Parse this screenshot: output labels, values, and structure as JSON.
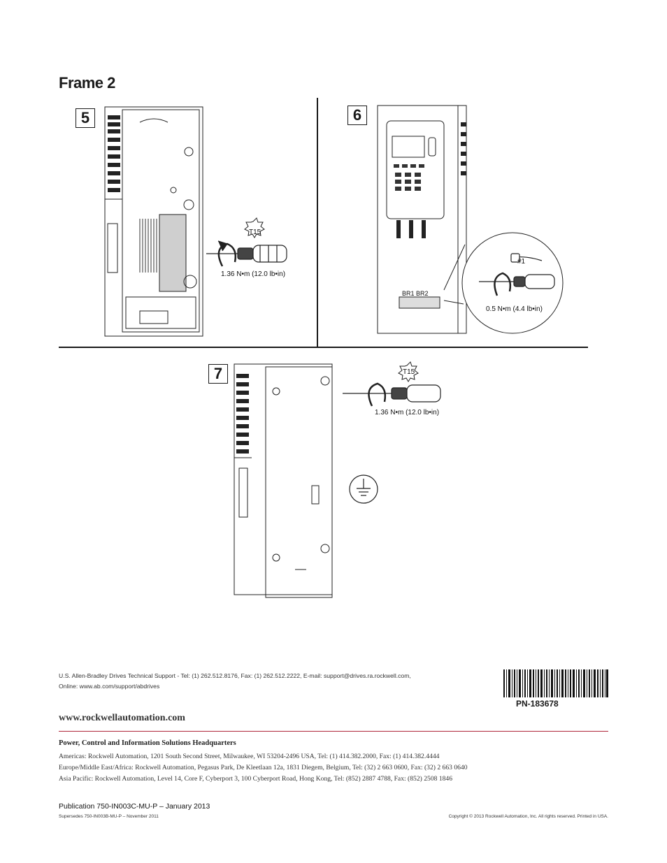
{
  "page": {
    "frame_title": "Frame 2"
  },
  "steps": {
    "step5": {
      "number": "5",
      "tool_label": "T15",
      "torque": "1.36 N•m (12.0 lb•in)"
    },
    "step6": {
      "number": "6",
      "tool_label": "#1",
      "bridge_label": "BR1 BR2",
      "torque": "0.5 N•m (4.4 lb•in)"
    },
    "step7": {
      "number": "7",
      "tool_label": "T15",
      "torque": "1.36 N•m (12.0 lb•in)"
    }
  },
  "footer": {
    "support_line1": "U.S. Allen-Bradley Drives Technical Support - Tel: (1) 262.512.8176, Fax: (1) 262.512.2222, E-mail: support@drives.ra.rockwell.com,",
    "support_line2": "Online: www.ab.com/support/abdrives",
    "part_number": "PN-183678",
    "website": "www.rockwellautomation.com",
    "hq_title": "Power, Control and Information Solutions Headquarters",
    "addresses": [
      "Americas: Rockwell Automation, 1201 South Second Street, Milwaukee, WI 53204-2496 USA, Tel: (1) 414.382.2000, Fax: (1) 414.382.4444",
      "Europe/Middle East/Africa: Rockwell Automation, Pegasus Park, De Kleetlaan 12a, 1831 Diegem, Belgium, Tel: (32) 2 663 0600, Fax: (32) 2 663 0640",
      "Asia Pacific: Rockwell Automation, Level 14, Core F, Cyberport 3, 100 Cyberport Road, Hong Kong, Tel: (852) 2887 4788, Fax: (852) 2508 1846"
    ],
    "publication": "Publication 750-IN003C-MU-P – January 2013",
    "supersedes": "Supersedes 750-IN003B-MU-P – November 2011",
    "copyright": "Copyright © 2013 Rockwell Automation, Inc. All rights reserved. Printed in USA."
  }
}
